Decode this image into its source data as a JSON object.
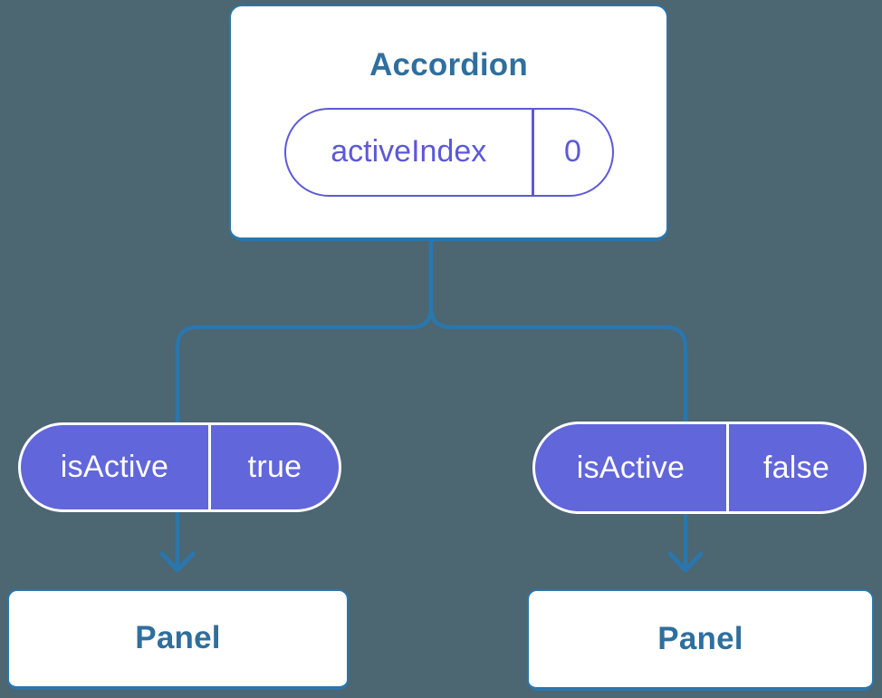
{
  "diagram": {
    "root": {
      "title": "Accordion",
      "state": {
        "label": "activeIndex",
        "value": "0"
      }
    },
    "props": [
      {
        "name": "isActive",
        "value": "true"
      },
      {
        "name": "isActive",
        "value": "false"
      }
    ],
    "panels": [
      {
        "label": "Panel"
      },
      {
        "label": "Panel"
      }
    ],
    "colors": {
      "background": "#4C6672",
      "line": "#2B76AC",
      "node_border": "#2B76AC",
      "node_text": "#2F6F9E",
      "card_bg": "#FFFFFF",
      "state_accent": "#5C59D8",
      "pill_fill": "#6166DA",
      "pill_border": "#FFFFFF",
      "pill_text": "#FFFFFF"
    }
  }
}
